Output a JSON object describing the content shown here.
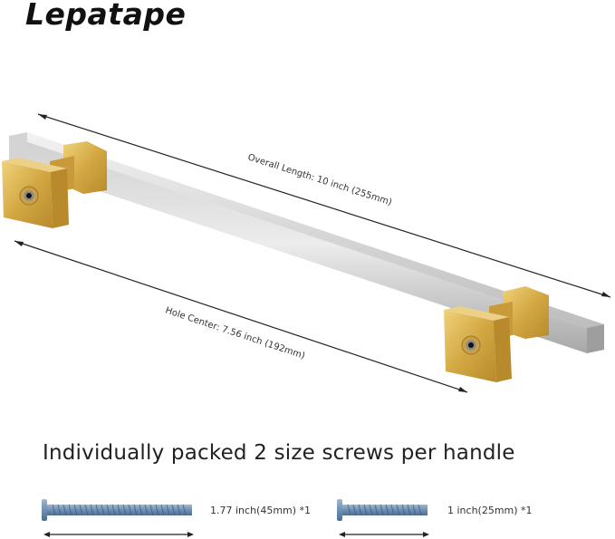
{
  "brand": {
    "name": "Lepatape"
  },
  "dimensions": {
    "overall_length": "Overall Length: 10 inch (255mm)",
    "hole_center": "Hole Center: 7.56 inch (192mm)"
  },
  "headline": "Individually packed 2 size screws per handle",
  "screws": [
    {
      "label": "1.77 inch(45mm) *1"
    },
    {
      "label": "1 inch(25mm) *1"
    }
  ],
  "colors": {
    "gold": "#d9b14f",
    "silver": "#c9c9c9",
    "screw_blue": "#6f8fb4"
  }
}
